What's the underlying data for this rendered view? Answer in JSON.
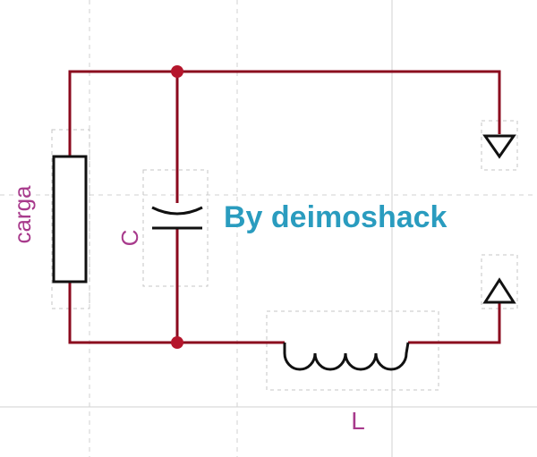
{
  "diagram": {
    "labels": {
      "load": "carga",
      "capacitor": "C",
      "inductor": "L",
      "watermark": "By deimoshack"
    },
    "colors": {
      "wire": "#8b0a1e",
      "component": "#111111",
      "node": "#b5162c",
      "guide": "#c8c8c8",
      "label": "#a83a8c",
      "watermark": "#2a9cbf"
    }
  }
}
